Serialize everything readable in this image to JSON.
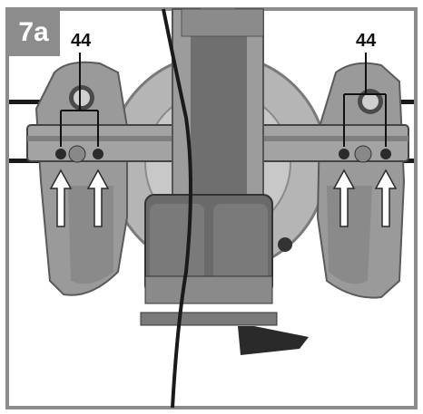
{
  "figure": {
    "label": "7a",
    "callout_left": "44",
    "callout_right": "44"
  },
  "colors": {
    "label_bg": "#8c8c8c",
    "frame": "#8c8c8c",
    "photo_bg": "#ffffff",
    "arrow_fill": "#ffffff"
  }
}
